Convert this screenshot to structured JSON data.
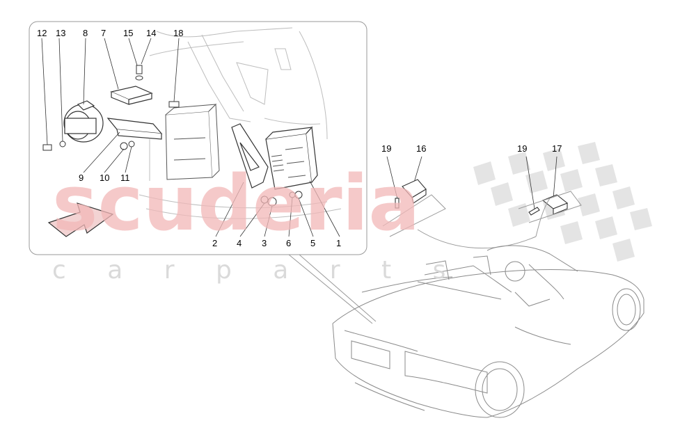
{
  "watermark": {
    "brand": "scuderia",
    "sub": "c a r   p a r t s"
  },
  "callouts": {
    "n1": "1",
    "n2": "2",
    "n3": "3",
    "n4": "4",
    "n5": "5",
    "n6": "6",
    "n7": "7",
    "n8": "8",
    "n9": "9",
    "n10": "10",
    "n11": "11",
    "n12": "12",
    "n13": "13",
    "n14": "14",
    "n15": "15",
    "n16": "16",
    "n17": "17",
    "n18": "18",
    "n19a": "19",
    "n19b": "19"
  },
  "colors": {
    "line": "#333333",
    "light_line": "#9a9a9a",
    "watermark_red": "#f2b8b8",
    "watermark_grey": "#d6d6d6",
    "arrow_fill": "#f3d3d3"
  }
}
